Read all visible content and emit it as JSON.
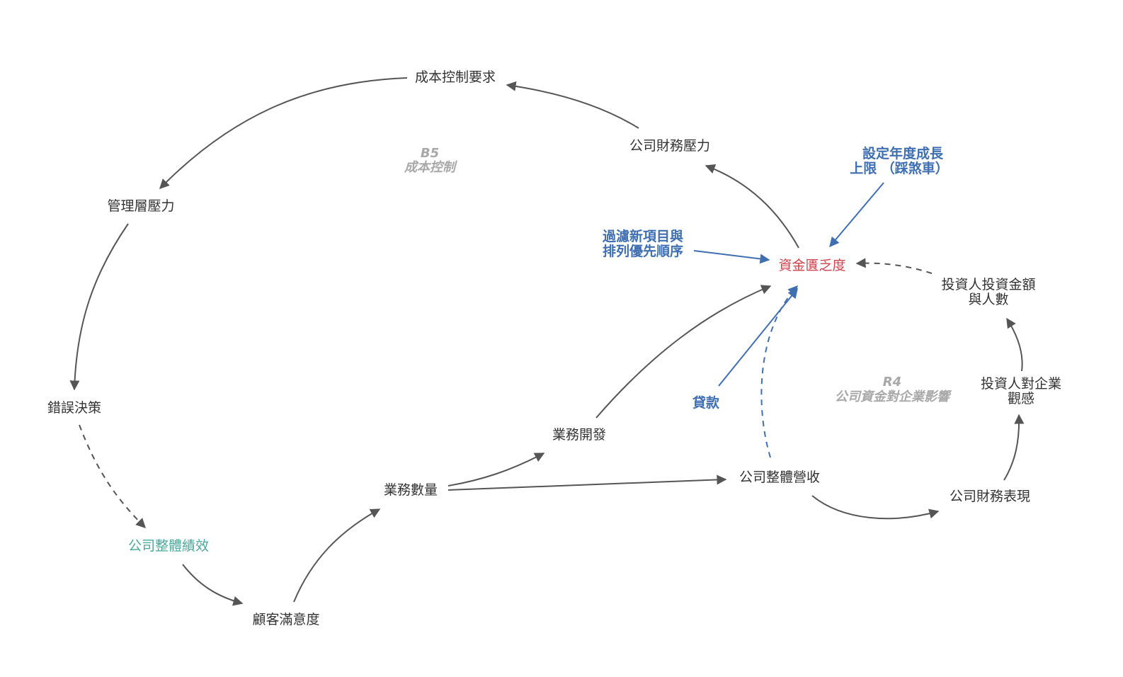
{
  "nodes": {
    "cost_control_req": "成本控制要求",
    "company_fin_pressure": "公司財務壓力",
    "mgmt_pressure": "管理層壓力",
    "wrong_decision": "錯誤決策",
    "company_performance": "公司整體績效",
    "customer_satisfaction": "顧客滿意度",
    "business_volume": "業務數量",
    "business_dev": "業務開發",
    "company_revenue": "公司整體營收",
    "fin_performance": "公司財務表現",
    "investor_view_line1": "投資人對企業",
    "investor_view_line2": "觀感",
    "investor_amount_line1": "投資人投資金額",
    "investor_amount_line2": "與人數",
    "fund_shortage": "資金匱乏度",
    "filter_projects_line1": "過濾新項目與",
    "filter_projects_line2": "排列優先順序",
    "growth_cap_line1": "設定年度成長",
    "growth_cap_line2": "上限 （踩煞車）",
    "loan": "貸款"
  },
  "loops": {
    "b5_id": "B5",
    "b5_name": "成本控制",
    "r4_id": "R4",
    "r4_name": "公司資金對企業影響"
  },
  "colors": {
    "text": "#333333",
    "edge": "#555555",
    "teal": "#4aa89a",
    "red": "#d0404a",
    "blue": "#3f6fb0",
    "loop_label": "#a8a8a8"
  }
}
